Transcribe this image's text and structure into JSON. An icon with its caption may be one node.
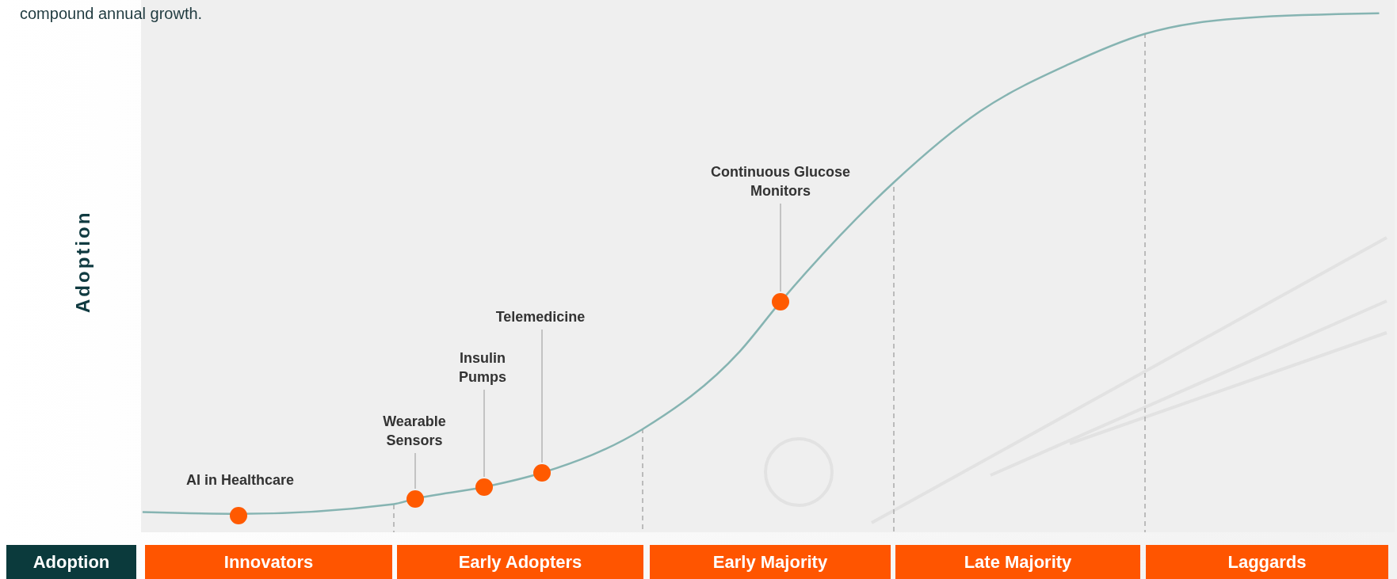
{
  "diagram": {
    "nodes": [
      {
        "text": [
          "Continuous Glucose Monitors"
        ]
      },
      {
        "text": [
          "Telemedicine"
        ]
      },
      {
        "text": [
          "Insulin Pumps"
        ]
      },
      {
        "text": [
          "Wearable Sensors"
        ]
      },
      {
        "text": [],
        "shape": "circle"
      },
      {
        "text": [],
        "shape": "circle"
      },
      {
        "text": [],
        "shape": "circle"
      },
      {
        "text": [],
        "shape": "circle"
      },
      {
        "text": [],
        "shape": "circle"
      },
      {
        "text": [
          "Adoption"
        ]
      },
      {
        "text": [
          "Innovators"
        ]
      },
      {
        "text": [
          "Early Adopters"
        ]
      },
      {
        "text": [
          "Early Majority"
        ]
      },
      {
        "text": [
          "Late Majority"
        ]
      },
      {
        "text": [
          "Laggards"
        ]
      }
    ],
    "edges": [
      {
        "from": 0,
        "to": 8,
        "arrow": "none"
      },
      {
        "from": 1,
        "to": 7,
        "arrow": "none"
      },
      {
        "from": 2,
        "to": 6,
        "arrow": "none"
      },
      {
        "from": 3,
        "to": 5,
        "arrow": "none"
      }
    ],
    "labels": [
      "compound annual growth.",
      "Adoption",
      "AI in Healthcare"
    ]
  }
}
